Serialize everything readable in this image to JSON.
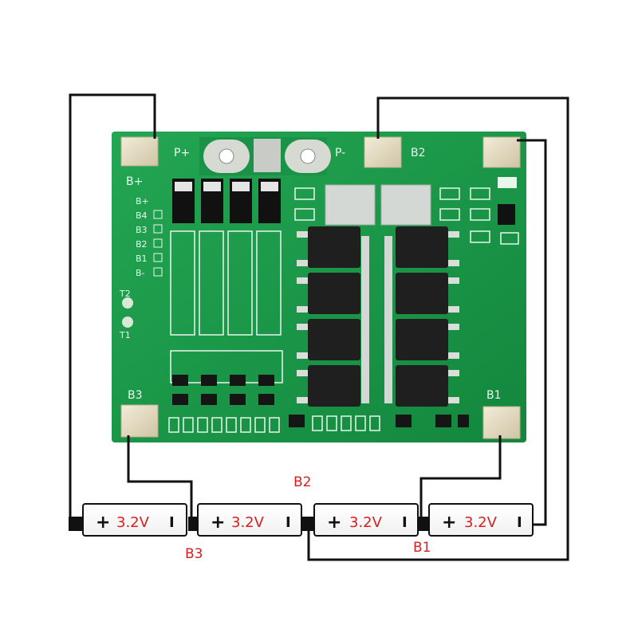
{
  "board": {
    "pad_labels": {
      "b_plus": "B+",
      "p_plus": "P+",
      "p_minus": "P-",
      "b2": "B2",
      "b3": "B3",
      "b1": "B1"
    },
    "header_labels": [
      "B+",
      "B4",
      "B3",
      "B2",
      "B1",
      "B-"
    ],
    "thermistor_labels": [
      "T2",
      "T1"
    ]
  },
  "cells": [
    {
      "plus": "+",
      "voltage": "3.2V",
      "minus": "I"
    },
    {
      "plus": "+",
      "voltage": "3.2V",
      "minus": "I"
    },
    {
      "plus": "+",
      "voltage": "3.2V",
      "minus": "I"
    },
    {
      "plus": "+",
      "voltage": "3.2V",
      "minus": "I"
    }
  ],
  "connection_labels": {
    "b2": "B2",
    "b3": "B3",
    "b1": "B1"
  },
  "colors": {
    "pcb": "#1c9b4a",
    "pcb_dark": "#0f7d36",
    "pad": "#e3d9bf",
    "mosfet": "#1f1f1f",
    "label_red": "#d81e1e",
    "wire": "#111111"
  }
}
